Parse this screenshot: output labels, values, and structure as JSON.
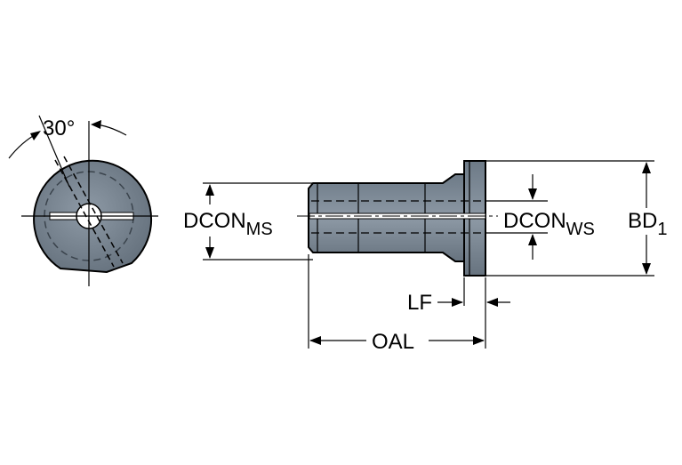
{
  "labels": {
    "angle": "30°",
    "dcon_ms_main": "DCON",
    "dcon_ms_sub": "MS",
    "dcon_ws_main": "DCON",
    "dcon_ws_sub": "WS",
    "bd_main": "BD",
    "bd_sub": "1",
    "lf": "LF",
    "oal": "OAL"
  },
  "colors": {
    "body_fill": "#7f8c99",
    "body_dark": "#5f6b77",
    "line": "#000000",
    "background": "#ffffff"
  }
}
